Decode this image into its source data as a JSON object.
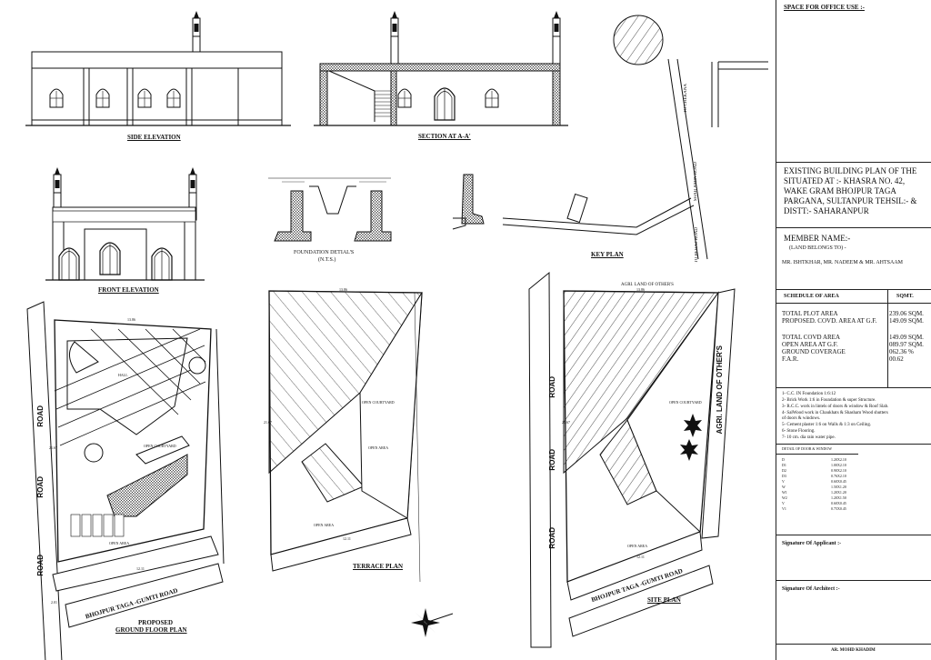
{
  "drawings": {
    "side_elevation": "SIDE ELEVATION",
    "section": "SECTION AT   A-A'",
    "front_elevation": "FRONT ELEVATION",
    "foundation": "FOUNDATION DETIAL'S",
    "foundation_nts": "(N.T.S.)",
    "key_plan": "KEY PLAN",
    "ground_floor_1": "PROPOSED",
    "ground_floor_2": "GROUND FLOOR PLAN",
    "terrace_plan": "TERRACE PLAN",
    "site_plan": "SITE PLAN"
  },
  "plan_labels": {
    "road": "ROAD",
    "bhojpur_road": "BHOJPUR TAGA -GUMTI ROAD",
    "agri_land": "AGRI. LAND OF OTHER'S",
    "agri_land_top": "AGRI. LAND OF OTHER'S",
    "open_area": "OPEN AREA",
    "open_courtyard": "OPEN COURTYARD",
    "hall": "HALL",
    "to_chekana": "TO CHEKANA",
    "to_behat_road": "TO BEHAT ROAD",
    "shah_amin_road": "SHAH AMIN ROAD",
    "dim_top": "13.86",
    "dim_side": "21.67",
    "dim_bottom": "12.11",
    "dim_small": "2.01"
  },
  "panel": {
    "office_use": "SPACE FOR OFFICE USE :-",
    "title_lines": [
      "EXISTING  BUILDING  PLAN OF THE",
      "SITUATED AT :- KHASRA NO. 42,",
      "WAKE GRAM BHOJPUR TAGA",
      "PARGANA, SULTANPUR TEHSIL:-  &",
      "DISTT:- SAHARANPUR"
    ],
    "member_name": "MEMBER  NAME:-",
    "land_belongs": "(LAND BELONGS TO) -",
    "members": "MR. ISHTKHAR, MR. NADEEM & MR. AHTSAAM",
    "schedule_head": "SCHEDULE OF AREA",
    "sqmt_head": "SQMT.",
    "schedule": [
      {
        "label": "TOTAL PLOT AREA",
        "value": "239.06 SQM."
      },
      {
        "label": "PROPOSED. COVD. AREA AT G.F.",
        "value": "149.09 SQM."
      },
      {
        "label": "",
        "value": ""
      },
      {
        "label": "TOTAL COVD AREA",
        "value": "149.09 SQM."
      },
      {
        "label": "OPEN AREA AT G.F.",
        "value": "089.97 SQM."
      },
      {
        "label": "GROUND COVERAGE",
        "value": "062.36 %"
      },
      {
        "label": "F.A.R.",
        "value": "00.62"
      }
    ],
    "notes": [
      "1- C.C. IN Foundation 1:6:12",
      "2- Brick Work 1:6 in Foundation & super Structure.",
      "3- R.C.C. work in lintels of doors & window & Roof Slab.",
      "4- SalWood work in Chaukhats & Shasham Wood shutters",
      "    of doors & windows.",
      "5- Cement plaster 1:6 on Walls & 1:3 on Ceiling.",
      "6- Stone Flooring.",
      "7- 10 cm. dia rain water pipe."
    ],
    "door_window_head": "DETAIL OF DOOR & WINDOW",
    "door_window": [
      {
        "code": "D",
        "size": "1.20X2.10"
      },
      {
        "code": "D1",
        "size": "1.00X2.10"
      },
      {
        "code": "D2",
        "size": "0.90X2.10"
      },
      {
        "code": "D3",
        "size": "0.76X2.10"
      },
      {
        "code": "V",
        "size": "0.60X0.45"
      },
      {
        "code": "W",
        "size": "1.50X1.20"
      },
      {
        "code": "W1",
        "size": "1.20X1.20"
      },
      {
        "code": "W2",
        "size": "1.20X1.50"
      },
      {
        "code": "V",
        "size": "0.60X0.45"
      },
      {
        "code": "V1",
        "size": "0.75X0.45"
      }
    ],
    "applicant": "Signature Of Applicant :-",
    "architect": "Signature Of Architect :-",
    "architect_name": "AR. MOHD KHADIM"
  }
}
